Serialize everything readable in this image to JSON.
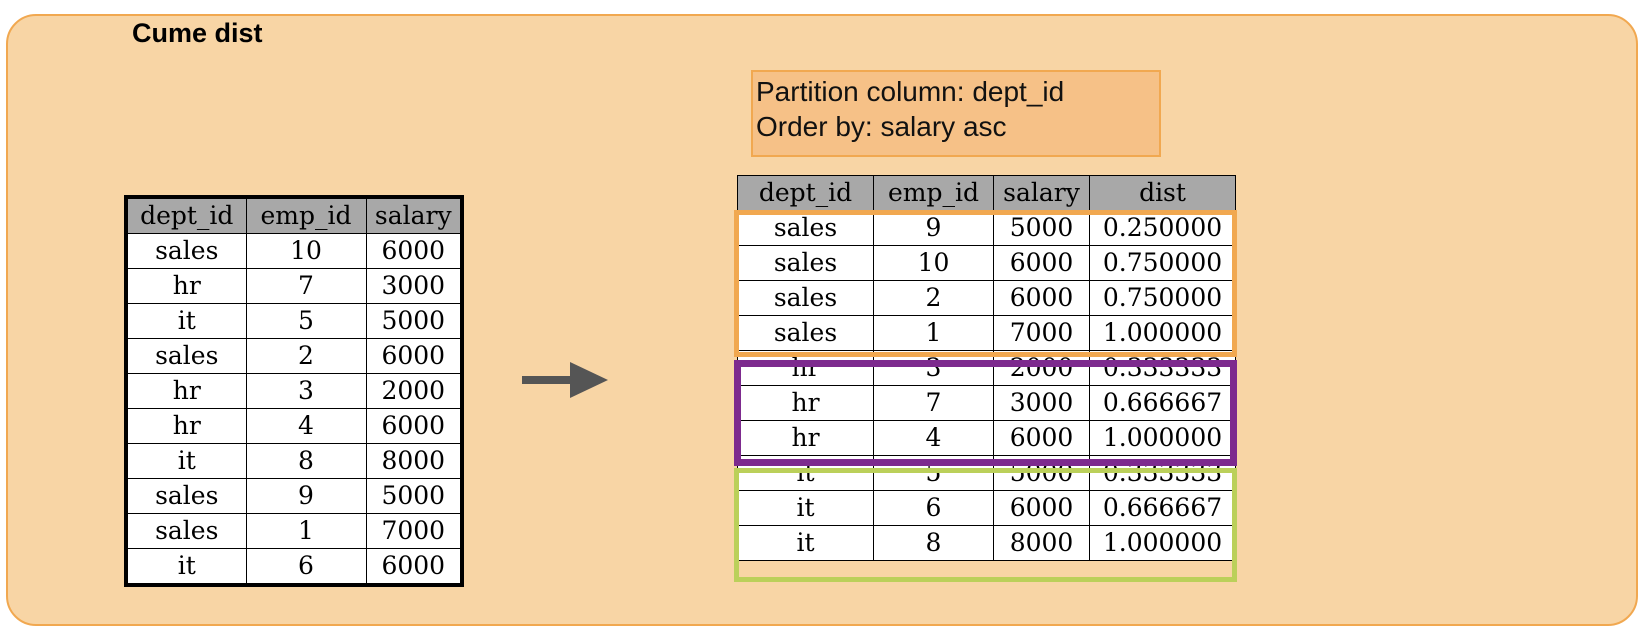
{
  "title": "Cume dist",
  "caption": {
    "line1": "Partition column: dept_id",
    "line2": "Order by: salary asc"
  },
  "colors": {
    "panel_bg": "#f8d5a5",
    "panel_border": "#f1a850",
    "caption_bg": "#f6c187",
    "header_bg": "#a8a8a8",
    "sales_group": "#f1a850",
    "hr_group": "#7d2a8e",
    "it_group": "#bbd05a",
    "arrow": "#555555"
  },
  "icons": {
    "arrow": "right-arrow-icon"
  },
  "input_table": {
    "headers": [
      "dept_id",
      "emp_id",
      "salary"
    ],
    "rows": [
      [
        "sales",
        "10",
        "6000"
      ],
      [
        "hr",
        "7",
        "3000"
      ],
      [
        "it",
        "5",
        "5000"
      ],
      [
        "sales",
        "2",
        "6000"
      ],
      [
        "hr",
        "3",
        "2000"
      ],
      [
        "hr",
        "4",
        "6000"
      ],
      [
        "it",
        "8",
        "8000"
      ],
      [
        "sales",
        "9",
        "5000"
      ],
      [
        "sales",
        "1",
        "7000"
      ],
      [
        "it",
        "6",
        "6000"
      ]
    ]
  },
  "output_table": {
    "headers": [
      "dept_id",
      "emp_id",
      "salary",
      "dist"
    ],
    "rows": [
      [
        "sales",
        "9",
        "5000",
        "0.250000"
      ],
      [
        "sales",
        "10",
        "6000",
        "0.750000"
      ],
      [
        "sales",
        "2",
        "6000",
        "0.750000"
      ],
      [
        "sales",
        "1",
        "7000",
        "1.000000"
      ],
      [
        "hr",
        "3",
        "2000",
        "0.333333"
      ],
      [
        "hr",
        "7",
        "3000",
        "0.666667"
      ],
      [
        "hr",
        "4",
        "6000",
        "1.000000"
      ],
      [
        "it",
        "5",
        "5000",
        "0.333333"
      ],
      [
        "it",
        "6",
        "6000",
        "0.666667"
      ],
      [
        "it",
        "8",
        "8000",
        "1.000000"
      ]
    ]
  }
}
